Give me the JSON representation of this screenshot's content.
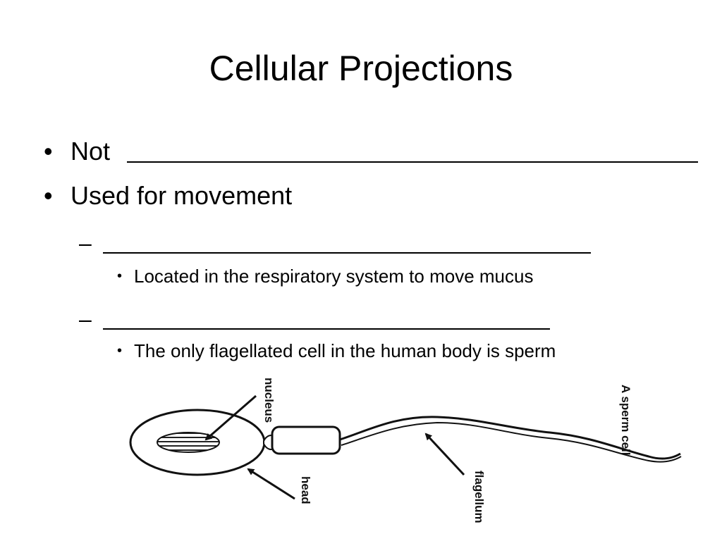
{
  "slide": {
    "title": "Cellular Projections",
    "bullet_glyph": "•",
    "dash_glyph": "–",
    "bullets": [
      {
        "text": "Not"
      },
      {
        "text": "Used for movement"
      }
    ],
    "sub_items": [
      {
        "text": "",
        "detail": "Located in the respiratory system to move mucus"
      },
      {
        "text": "",
        "detail": "The only flagellated cell in the human body is sperm"
      }
    ]
  },
  "diagram": {
    "labels": {
      "nucleus": "nucleus",
      "head": "head",
      "flagellum": "flagellum",
      "cell": "A sperm cell"
    }
  }
}
